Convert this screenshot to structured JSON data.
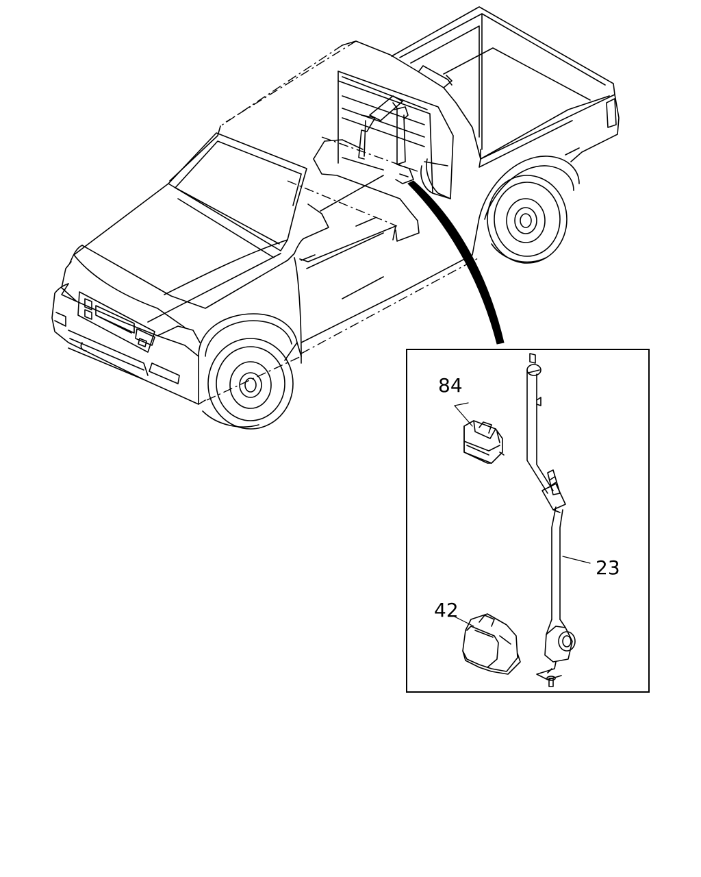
{
  "diagram": {
    "callouts": [
      {
        "id": "part-84",
        "label": "84"
      },
      {
        "id": "part-23",
        "label": "23"
      },
      {
        "id": "part-42",
        "label": "42"
      }
    ]
  }
}
